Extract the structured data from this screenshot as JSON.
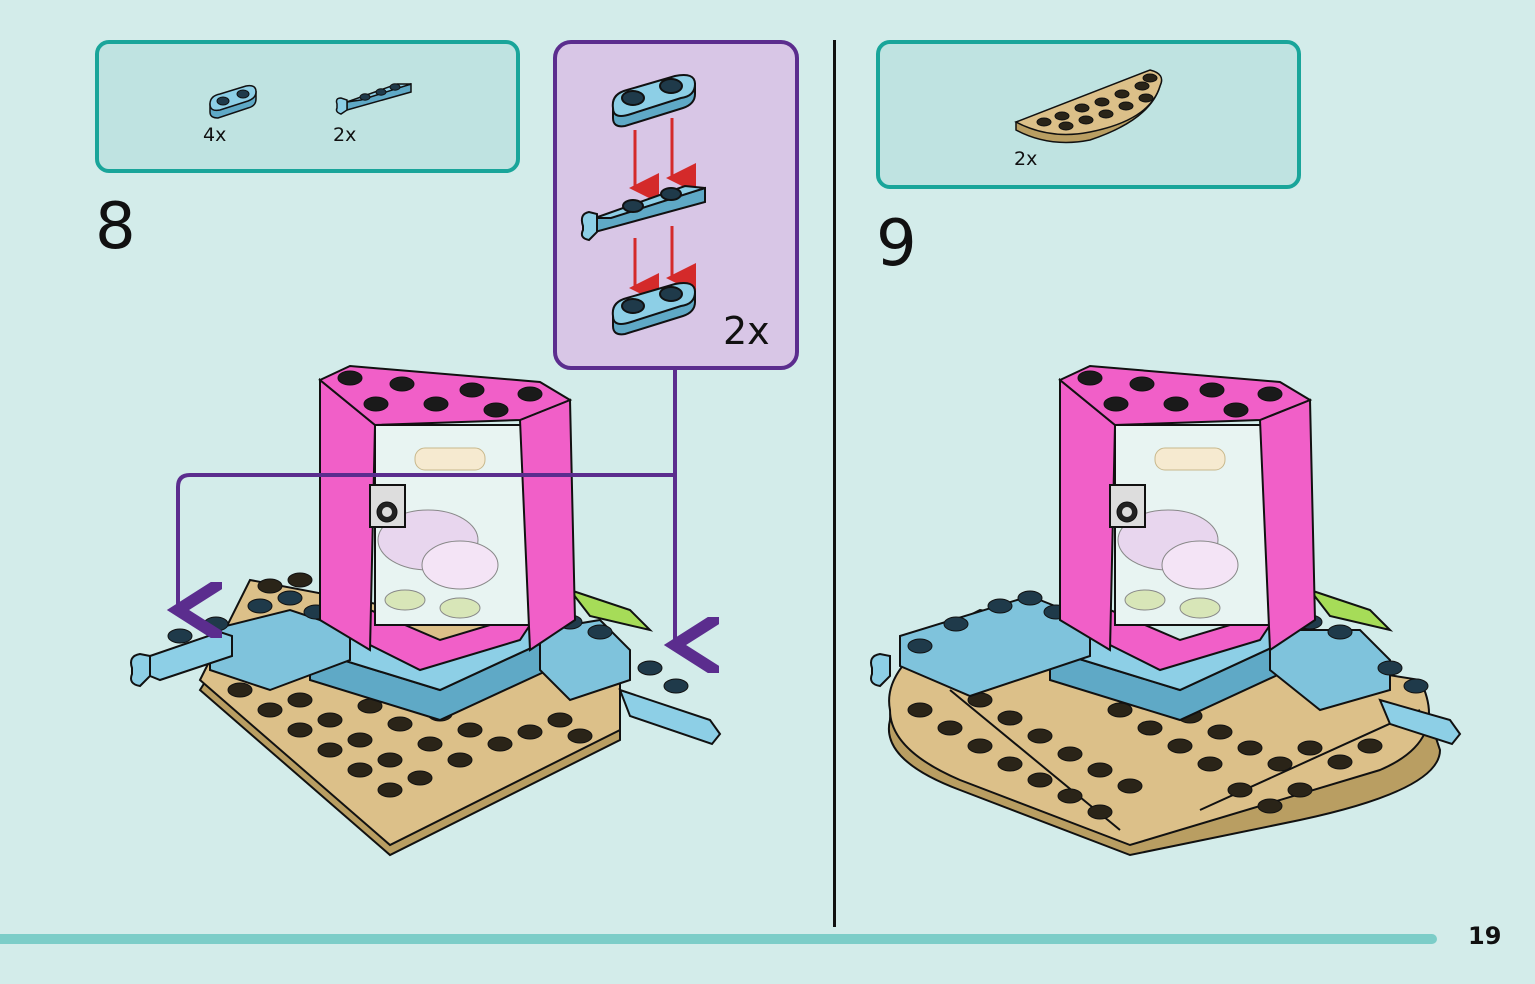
{
  "step8": {
    "number": "8",
    "parts": [
      {
        "name": "light-blue-plate-1x2-rounded",
        "qty": "4x"
      },
      {
        "name": "light-blue-plate-1x2-with-clip",
        "qty": "2x"
      }
    ],
    "subassembly_qty": "2x"
  },
  "step9": {
    "number": "9",
    "parts": [
      {
        "name": "tan-round-plate-half",
        "qty": "2x"
      }
    ]
  },
  "page_number": "19",
  "colors": {
    "background": "#d3ecea",
    "parts_box_border": "#19a59a",
    "subassembly_border": "#5b2d8e",
    "subassembly_fill": "#d8c6e6",
    "arrow_red": "#d42a2a",
    "pink": "#f15fc8",
    "tan": "#dcc089",
    "light_blue": "#7fc3dc",
    "lime": "#a6dc58",
    "footer_bar": "#7ccdc8"
  }
}
